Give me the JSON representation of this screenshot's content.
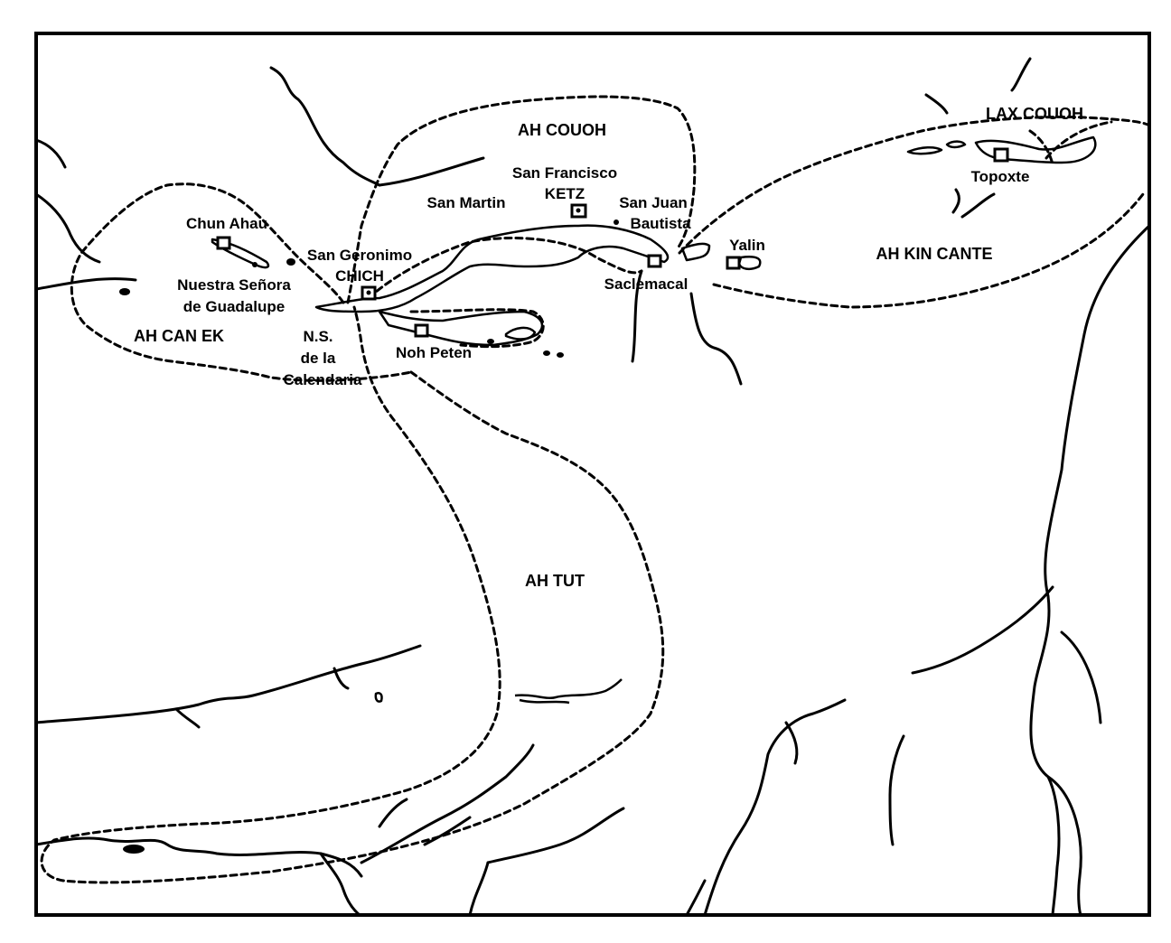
{
  "map": {
    "regions": {
      "ah_couoh": "AH COUOH",
      "lax_couoh": "LAX COUOH",
      "ah_kin_cante": "AH KIN CANTE",
      "ah_can_ek": "AH CAN EK",
      "ah_tut": "AH TUT"
    },
    "places": {
      "san_francisco_1": "San Francisco",
      "san_francisco_2": "KETZ",
      "san_martin": "San Martin",
      "san_juan_1": "San Juan",
      "san_juan_2": "Bautista",
      "yalin": "Yalin",
      "topoxte": "Topoxte",
      "chun_ahau": "Chun Ahau",
      "san_geronimo_1": "San Geronimo",
      "san_geronimo_2": "CHICH",
      "nuestra_1": "Nuestra Señora",
      "nuestra_2": "de Guadalupe",
      "saclemacal": "Saclemacal",
      "ns_1": "N.S.",
      "ns_2": "de la",
      "ns_3": "Calendaria",
      "noh_peten": "Noh Peten"
    }
  }
}
